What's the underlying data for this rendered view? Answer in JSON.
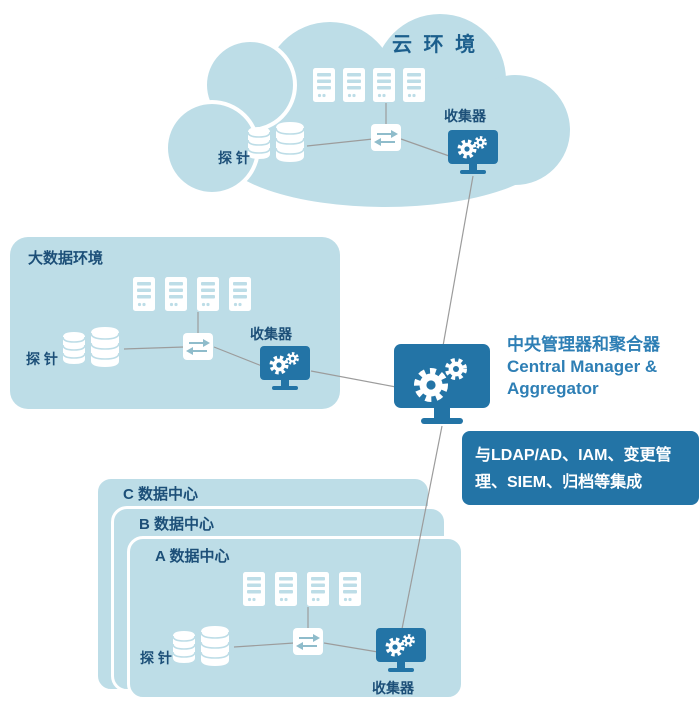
{
  "colors": {
    "panel": "#bddde7",
    "accent": "#2374a6",
    "label": "#1c4f78",
    "central_manager_label": "#2e7fb5",
    "connector_line": "#9c9c9c"
  },
  "cloud": {
    "title": "云 环 境",
    "probe_label": "探 针",
    "collector_label": "收集器"
  },
  "bigdata": {
    "title": "大数据环境",
    "probe_label": "探 针",
    "collector_label": "收集器"
  },
  "datacenters": {
    "c_title": "C 数据中心",
    "b_title": "B 数据中心",
    "a_title": "A 数据中心",
    "probe_label": "探 针",
    "collector_label": "收集器"
  },
  "central_manager": {
    "title_cn": "中央管理器和聚合器",
    "title_en_line1": "Central Manager &",
    "title_en_line2": "Aggregator"
  },
  "integration": {
    "line1": "与LDAP/AD、IAM、变更管",
    "line2": "理、SIEM、归档等集成"
  }
}
